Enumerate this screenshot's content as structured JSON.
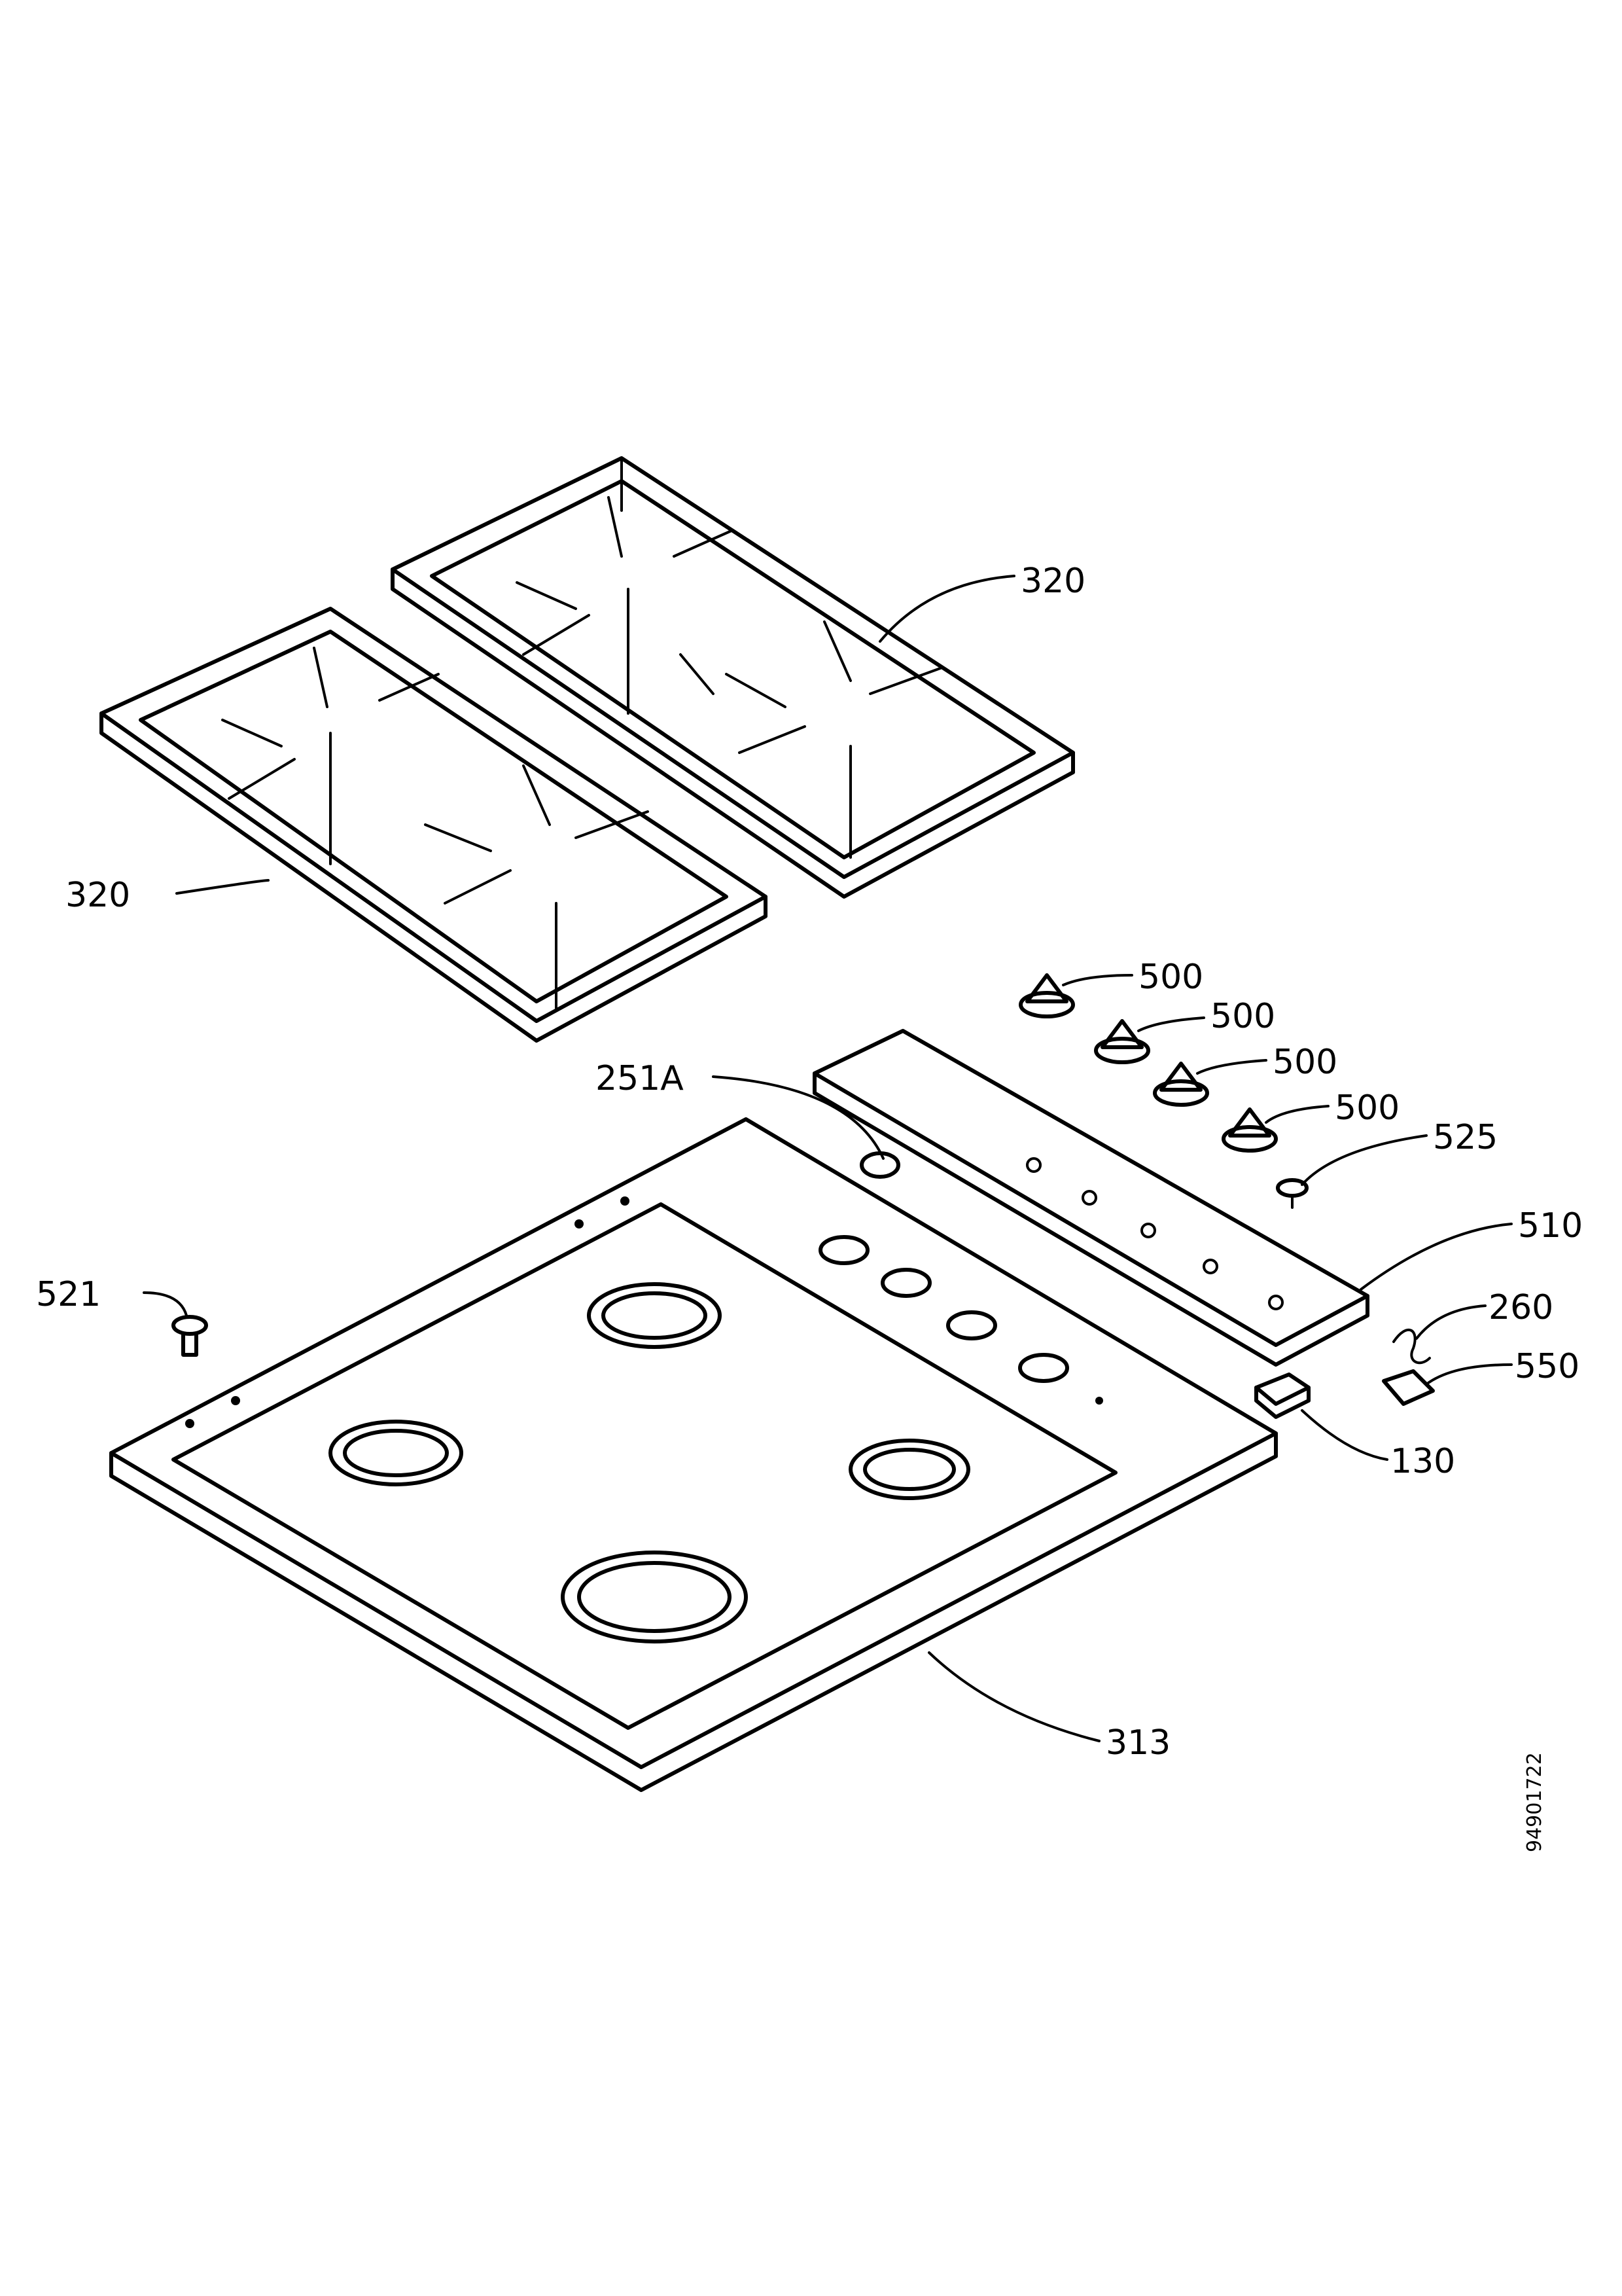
{
  "labels": {
    "grate_back": "320",
    "grate_front": "320",
    "knob_1": "500",
    "knob_2": "500",
    "knob_3": "500",
    "knob_4": "500",
    "part_251a": "251A",
    "part_525": "525",
    "part_510": "510",
    "part_521": "521",
    "part_260": "260",
    "part_550": "550",
    "part_130": "130",
    "part_313": "313"
  },
  "drawing_ref": "94901722"
}
